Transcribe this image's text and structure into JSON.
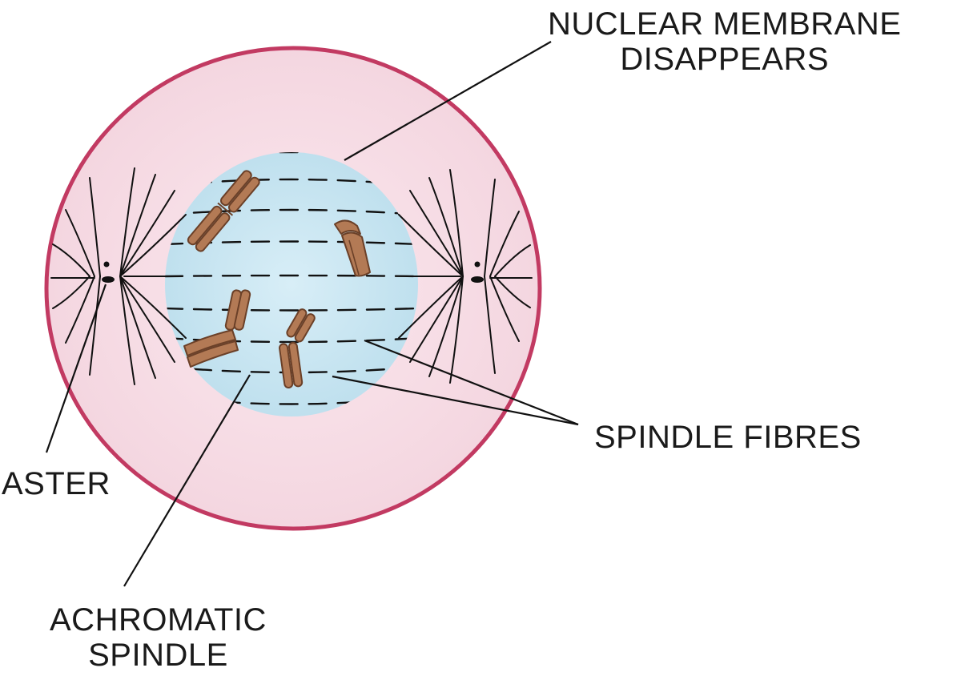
{
  "labels": {
    "nuclear_membrane": {
      "line1": "NUCLEAR MEMBRANE",
      "line2": "DISAPPEARS"
    },
    "spindle_fibres": "SPINDLE FIBRES",
    "aster": "ASTER",
    "achromatic_spindle": {
      "line1": "ACHROMATIC",
      "line2": "SPINDLE"
    }
  },
  "colors": {
    "cell_fill": "#f7dde6",
    "cell_border": "#c23a62",
    "nucleus_fill": "#c8e6f2",
    "chromosome": "#b37a55",
    "chromosome_outline": "#6b4028",
    "line": "#111111"
  }
}
